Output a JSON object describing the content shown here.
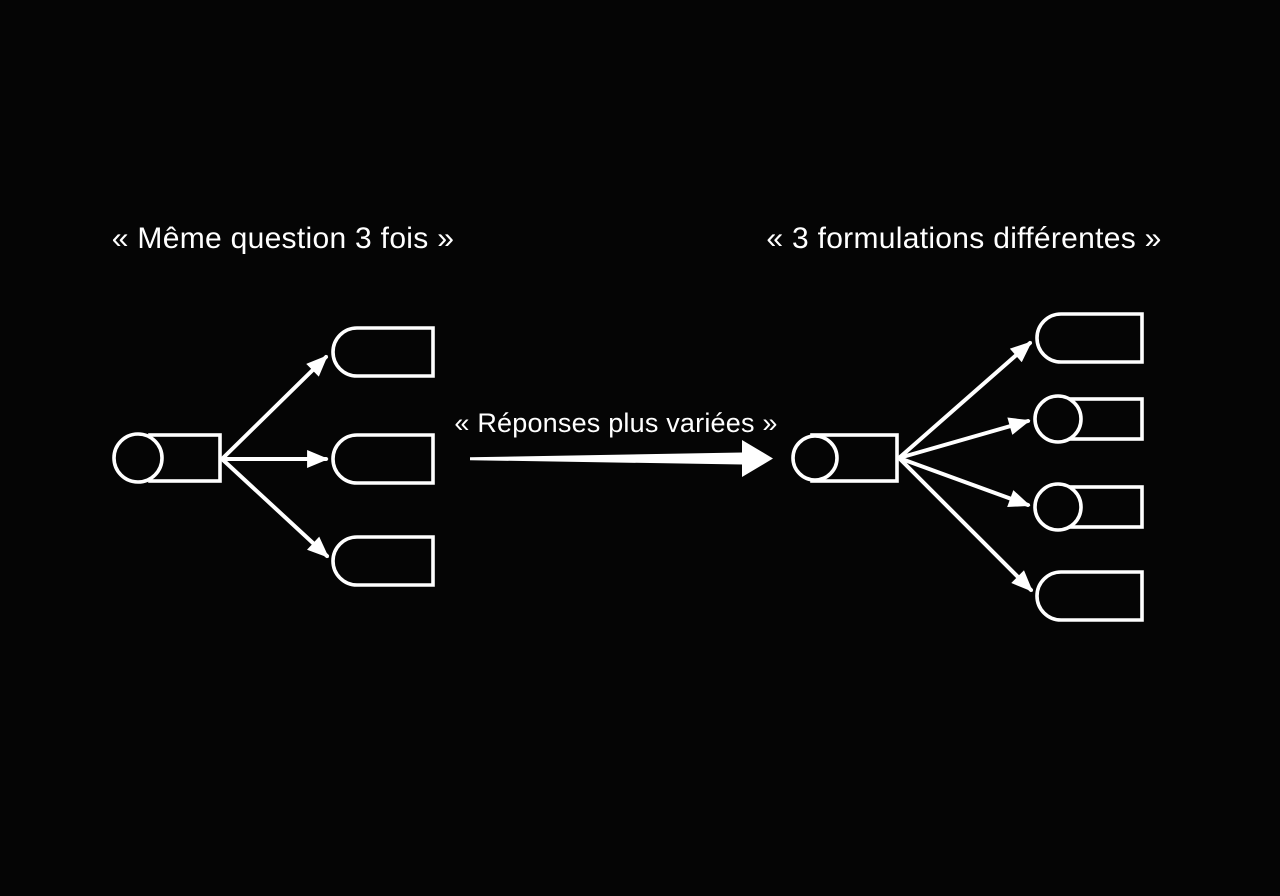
{
  "slide": {
    "background_color": "#050505",
    "line_color": "#ffffff"
  },
  "left_diagram": {
    "title": "« Même question 3 fois »",
    "source_shape": "circle-rectangle",
    "output_count": 3,
    "outputs": [
      "rounded-rectangle",
      "rounded-rectangle",
      "rounded-rectangle"
    ]
  },
  "transition": {
    "label": "« Réponses plus variées »",
    "direction": "right"
  },
  "right_diagram": {
    "title": "« 3 formulations différentes »",
    "source_shape": "circle-rectangle",
    "output_count": 4,
    "outputs": [
      "rounded-rectangle",
      "circle-rectangle",
      "circle-rectangle",
      "rounded-rectangle"
    ]
  }
}
